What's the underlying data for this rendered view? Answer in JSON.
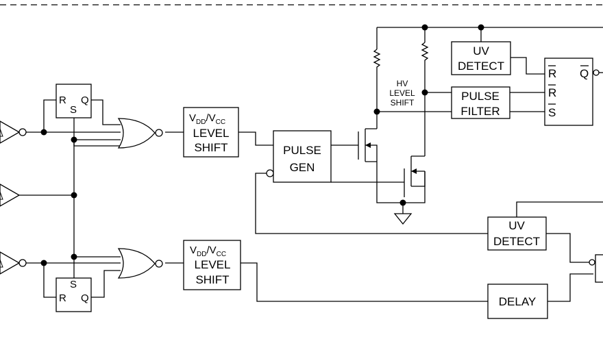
{
  "blocks": {
    "rs_latch_top": {
      "r": "R",
      "s": "S",
      "q": "Q"
    },
    "rs_latch_bottom": {
      "s": "S",
      "r": "R",
      "q": "Q"
    },
    "level_shift_top": {
      "v1": "V",
      "v1_sub": "DD",
      "slash": "/V",
      "v2_sub": "CC",
      "line2": "LEVEL",
      "line3": "SHIFT"
    },
    "level_shift_bottom": {
      "v1": "V",
      "v1_sub": "DD",
      "slash": "/V",
      "v2_sub": "CC",
      "line2": "LEVEL",
      "line3": "SHIFT"
    },
    "pulse_gen": {
      "line1": "PULSE",
      "line2": "GEN"
    },
    "hv_level_shift": {
      "line1": "HV",
      "line2": "LEVEL",
      "line3": "SHIFT"
    },
    "uv_detect_top": {
      "line1": "UV",
      "line2": "DETECT"
    },
    "pulse_filter": {
      "line1": "PULSE",
      "line2": "FILTER"
    },
    "latch_right": {
      "r1": "R",
      "r2": "R",
      "s": "S",
      "q": "Q"
    },
    "uv_detect_bottom": {
      "line1": "UV",
      "line2": "DETECT"
    },
    "delay": {
      "label": "DELAY"
    }
  }
}
